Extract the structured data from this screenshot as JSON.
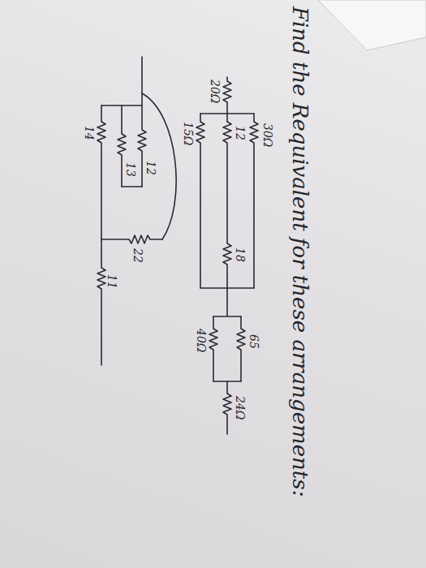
{
  "diagram": {
    "title": "Find the Requivalent for these arrangements:",
    "labels": [
      "30Ω",
      "12",
      "18",
      "20Ω",
      "15Ω",
      "65",
      "40Ω",
      "24Ω",
      "12",
      "13",
      "14",
      "22",
      "11"
    ]
  }
}
